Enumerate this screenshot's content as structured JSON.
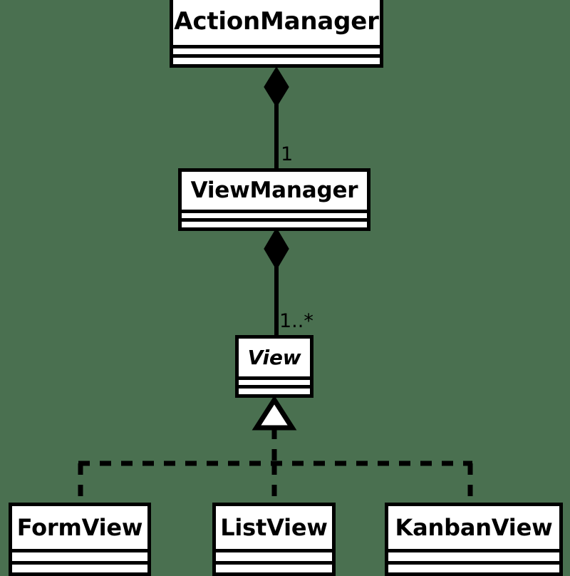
{
  "diagram": {
    "kind": "uml-class-diagram",
    "background_color": "#4a7050",
    "node_fill_color": "#ffffff",
    "line_color": "#000000",
    "classes": [
      {
        "id": "action-manager",
        "name": "ActionManager",
        "abstract": false,
        "attributes": [],
        "operations": []
      },
      {
        "id": "view-manager",
        "name": "ViewManager",
        "abstract": false,
        "attributes": [],
        "operations": []
      },
      {
        "id": "view",
        "name": "View",
        "abstract": true,
        "attributes": [],
        "operations": []
      },
      {
        "id": "form-view",
        "name": "FormView",
        "abstract": false,
        "attributes": [],
        "operations": []
      },
      {
        "id": "list-view",
        "name": "ListView",
        "abstract": false,
        "attributes": [],
        "operations": []
      },
      {
        "id": "kanban-view",
        "name": "KanbanView",
        "abstract": false,
        "attributes": [],
        "operations": []
      }
    ],
    "relationships": [
      {
        "id": "actionmanager-viewmanager",
        "type": "composition",
        "from": "action-manager",
        "to": "view-manager",
        "multiplicity": "1"
      },
      {
        "id": "viewmanager-view",
        "type": "composition",
        "from": "view-manager",
        "to": "view",
        "multiplicity": "1..*"
      },
      {
        "id": "formview-view",
        "type": "generalization",
        "from": "form-view",
        "to": "view",
        "multiplicity": ""
      },
      {
        "id": "listview-view",
        "type": "generalization",
        "from": "list-view",
        "to": "view",
        "multiplicity": ""
      },
      {
        "id": "kanbanview-view",
        "type": "generalization",
        "from": "kanban-view",
        "to": "view",
        "multiplicity": ""
      }
    ]
  }
}
